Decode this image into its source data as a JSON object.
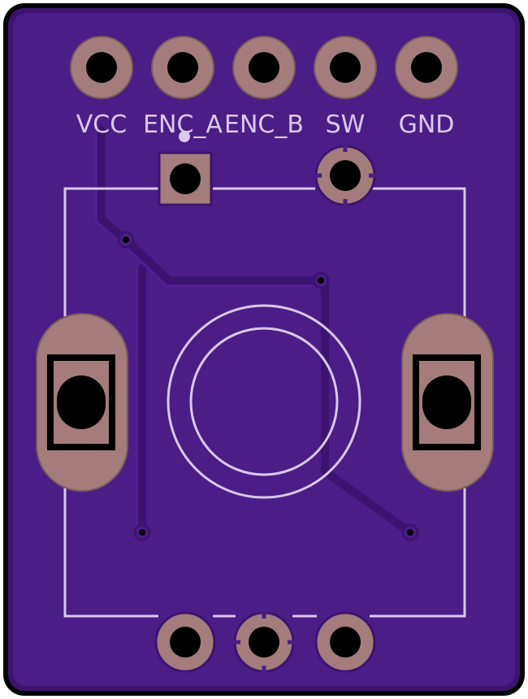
{
  "board": {
    "colors": {
      "outline": "#000000",
      "substrate": "#3c1470",
      "copper_pour": "#4a1d87",
      "trace": "#3c1470",
      "pad": "#a47c7c",
      "pad_edge": "#7a5a5a",
      "drill": "#000000",
      "silkscreen": "#d9c9ee"
    },
    "header_pins": [
      {
        "name": "VCC"
      },
      {
        "name": "ENC_A"
      },
      {
        "name": "ENC_B"
      },
      {
        "name": "SW"
      },
      {
        "name": "GND"
      }
    ],
    "bottom_pins": 3,
    "mounting_tabs": 2
  }
}
